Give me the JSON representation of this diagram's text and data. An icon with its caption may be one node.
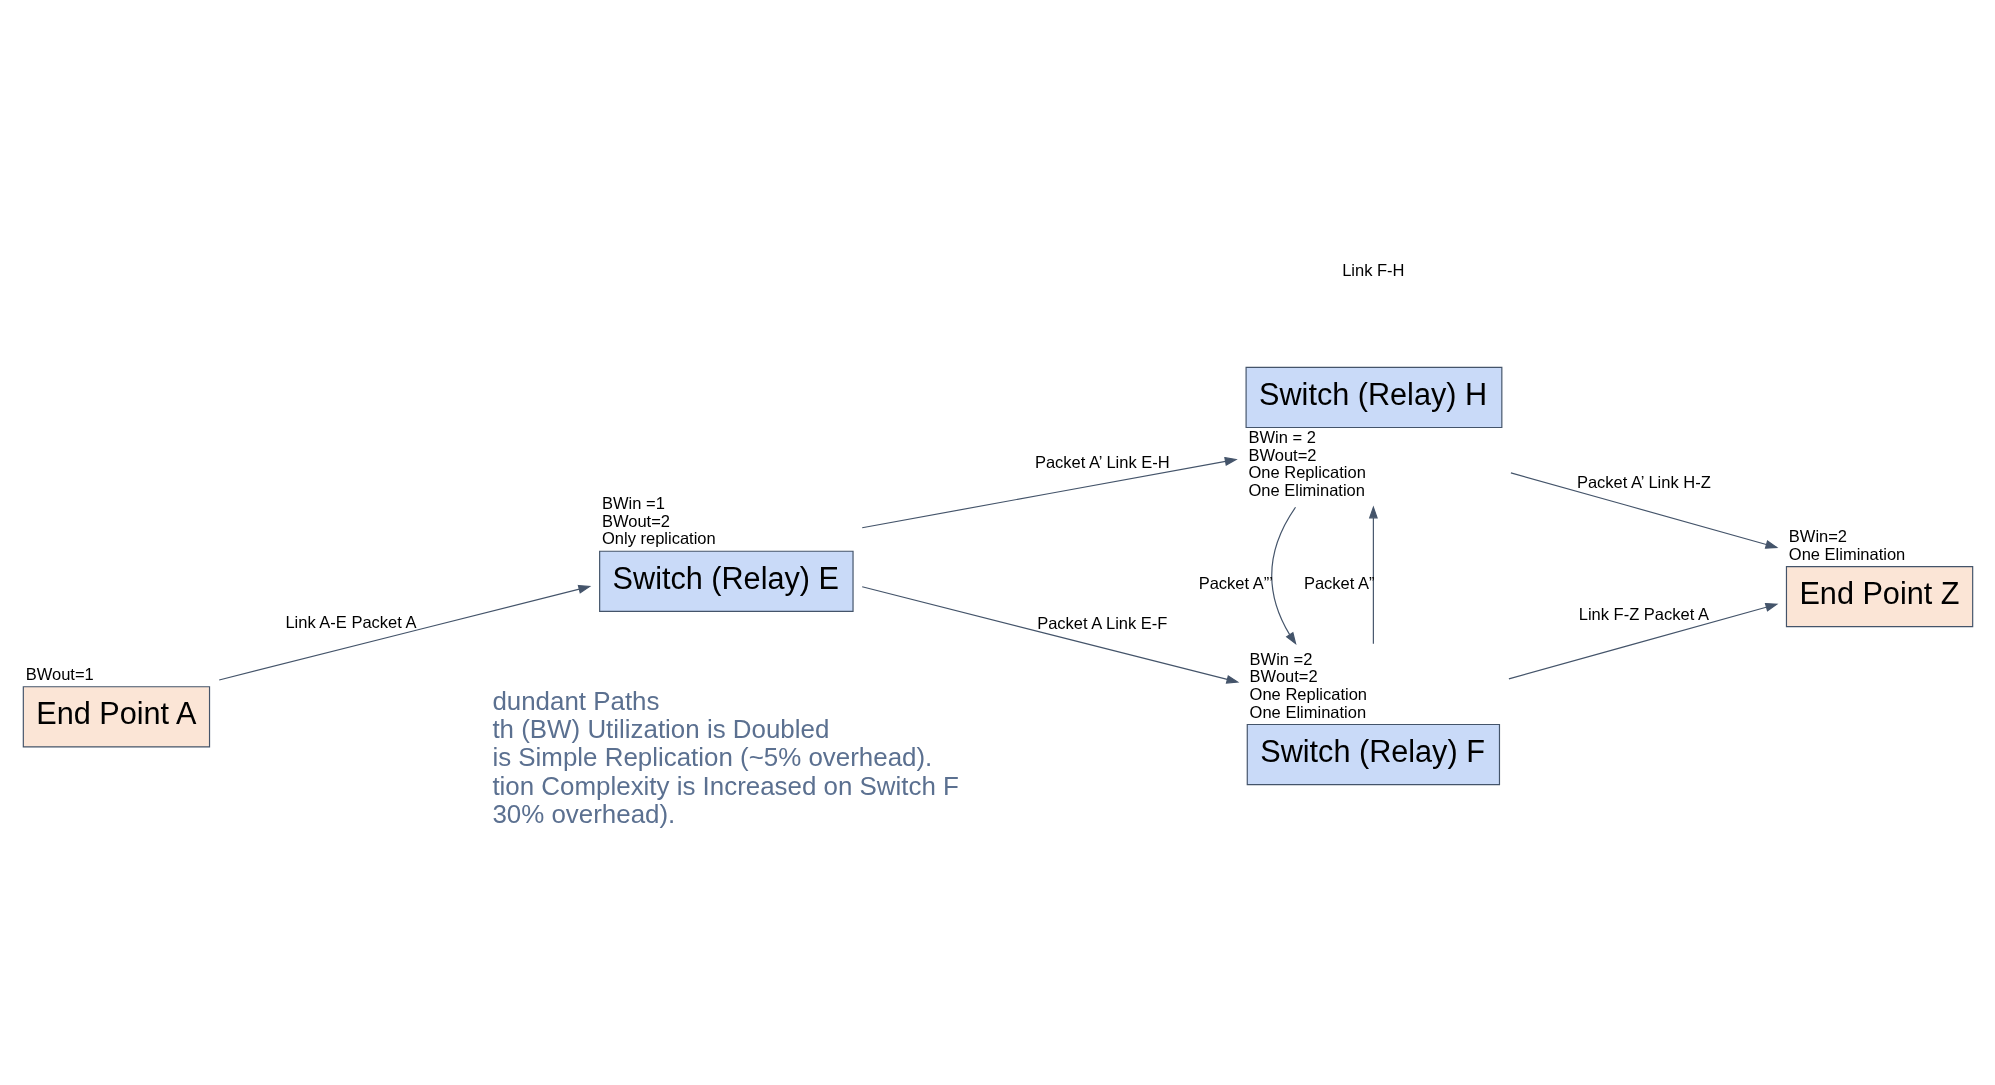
{
  "diagram": {
    "nodes": [
      {
        "text": [
          "End Point A"
        ],
        "beside": [
          "BWout=1"
        ]
      },
      {
        "text": [
          "Switch (Relay) E"
        ],
        "beside": [
          "BWin =1",
          "BWout=2",
          "Only replication"
        ]
      },
      {
        "text": [
          "Switch (Relay) F"
        ],
        "beside": [
          "BWin =2",
          "BWout=2",
          "One Replication",
          "One Elimination"
        ]
      },
      {
        "text": [
          "Switch (Relay) H"
        ],
        "beside": [
          "BWin = 2",
          "BWout=2",
          "One Replication",
          "One Elimination"
        ]
      },
      {
        "text": [
          "End Point Z"
        ],
        "beside": [
          "BWin=2",
          "One Elimination"
        ]
      }
    ],
    "edges": [
      {
        "from": 0,
        "to": 1,
        "arrow": "to",
        "label": "Link A-E Packet A"
      },
      {
        "from": 1,
        "to": 2,
        "arrow": "to",
        "label": "Packet A Link E-F"
      },
      {
        "from": 1,
        "to": 3,
        "arrow": "to",
        "label": "Packet A’ Link E-H"
      },
      {
        "from": 2,
        "to": 3,
        "arrow": "to",
        "label": "Packet A”"
      },
      {
        "from": 3,
        "to": 2,
        "arrow": "to",
        "label": "Packet A”’"
      },
      {
        "from": 2,
        "to": 4,
        "arrow": "to",
        "label": "Link F-Z Packet A"
      },
      {
        "from": 3,
        "to": 4,
        "arrow": "to",
        "label": "Packet A’ Link H-Z"
      }
    ],
    "labels": [
      "Link F-H",
      "dundant Paths",
      "th (BW) Utilization is Doubled",
      "is Simple Replication (~5% overhead).",
      "tion Complexity is Increased on Switch F",
      "30% overhead)."
    ]
  }
}
